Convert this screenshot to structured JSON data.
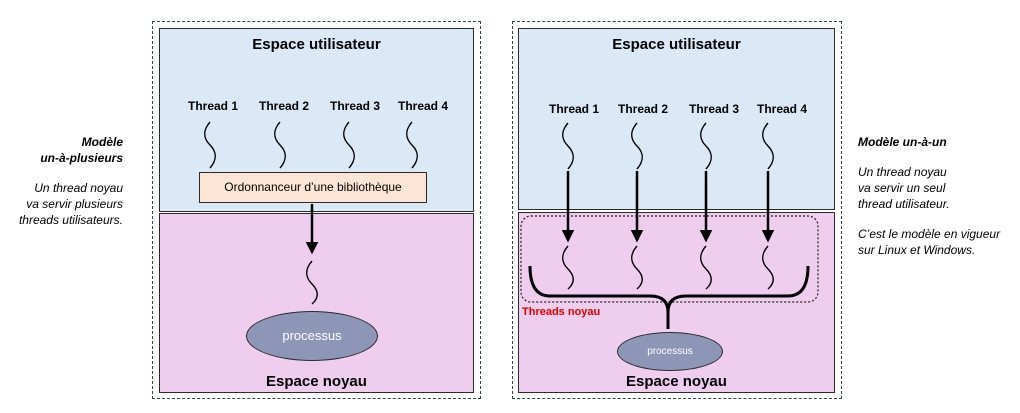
{
  "left_caption": {
    "title_line1": "Modèle",
    "title_line2": "un-à-plusieurs",
    "desc_line1": "Un thread noyau",
    "desc_line2": "va servir plusieurs",
    "desc_line3": "threads utilisateurs."
  },
  "right_caption": {
    "title": "Modèle un-à-un",
    "desc_line1": "Un thread noyau",
    "desc_line2": "va servir un seul",
    "desc_line3": "thread utilisateur.",
    "note_line1": "C’est le modèle en vigueur",
    "note_line2": "sur Linux et Windows."
  },
  "left_diagram": {
    "user_space_title": "Espace utilisateur",
    "threads": [
      "Thread 1",
      "Thread 2",
      "Thread 3",
      "Thread 4"
    ],
    "scheduler": "Ordonnanceur d’une bibliothèque",
    "process": "processus",
    "kernel_space_title": "Espace noyau"
  },
  "right_diagram": {
    "user_space_title": "Espace utilisateur",
    "threads": [
      "Thread 1",
      "Thread 2",
      "Thread 3",
      "Thread 4"
    ],
    "kernel_threads_label": "Threads noyau",
    "process": "processus",
    "kernel_space_title": "Espace noyau"
  },
  "colors": {
    "user_space": "#dbe8f6",
    "kernel_space": "#eecdee",
    "scheduler": "#fce5d4",
    "process": "#8e96b8",
    "kernel_threads_label": "#e00000"
  }
}
